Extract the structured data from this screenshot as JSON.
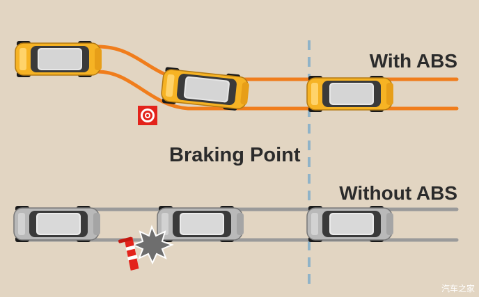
{
  "labels": {
    "with_abs": "With ABS",
    "without_abs": "Without ABS",
    "braking_point": "Braking Point"
  },
  "watermark": "汽车之家",
  "icons": {
    "braking_marker": "target-icon",
    "obstacle": "traffic-cone-icon",
    "impact": "crash-burst-icon"
  },
  "colors": {
    "background": "#e2d5c2",
    "abs_track": "#f07d1c",
    "abs_car": "#f6b324",
    "no_abs_track": "#9a9a9a",
    "no_abs_car": "#b9b9b9",
    "dashed_line": "#8fb3c8",
    "marker": "#e3231b"
  }
}
